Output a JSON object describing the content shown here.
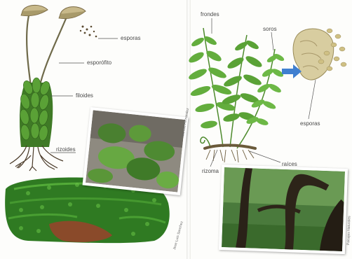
{
  "moss": {
    "labels": {
      "spores": "esporas",
      "sporophyte": "esporófito",
      "phylloids": "filoides",
      "rhizoids": "rizoides"
    },
    "photo_credit": "Marcos Fernandez",
    "clump_credit": "Jose Luis Sanchez"
  },
  "fern": {
    "labels": {
      "fronds": "frondes",
      "sori": "soros",
      "spores": "esporas",
      "rhizome": "rizoma",
      "roots": "raíces"
    },
    "photo_credit": "Paisajes Naturales"
  },
  "colors": {
    "moss_green": "#3f8a2a",
    "fern_green": "#5da83a",
    "arrow_blue": "#3f7fd0",
    "spore_tan": "#c9bb86",
    "soil_brown": "#8a4a2a"
  }
}
